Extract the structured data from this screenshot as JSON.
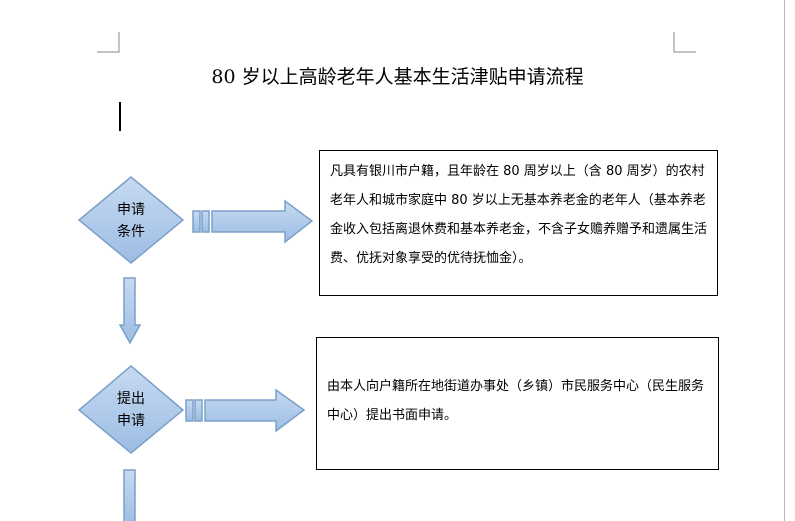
{
  "document": {
    "title": "80 岁以上高龄老年人基本生活津贴申请流程",
    "steps": [
      {
        "label_line1": "申请",
        "label_line2": "条件",
        "description": "凡具有银川市户籍，且年龄在 80 周岁以上（含 80 周岁）的农村老年人和城市家庭中 80 岁以上无基本养老金的老年人（基本养老金收入包括离退休费和基本养老金，不含子女赡养赠予和遗属生活费、优抚对象享受的优待抚恤金）。"
      },
      {
        "label_line1": "提出",
        "label_line2": "申请",
        "description": "由本人向户籍所在地街道办事处（乡镇）市民服务中心（民生服务中心）提出书面申请。"
      }
    ]
  },
  "colors": {
    "shape_fill": "#a9c6e8",
    "shape_stroke": "#7ba0c8"
  }
}
